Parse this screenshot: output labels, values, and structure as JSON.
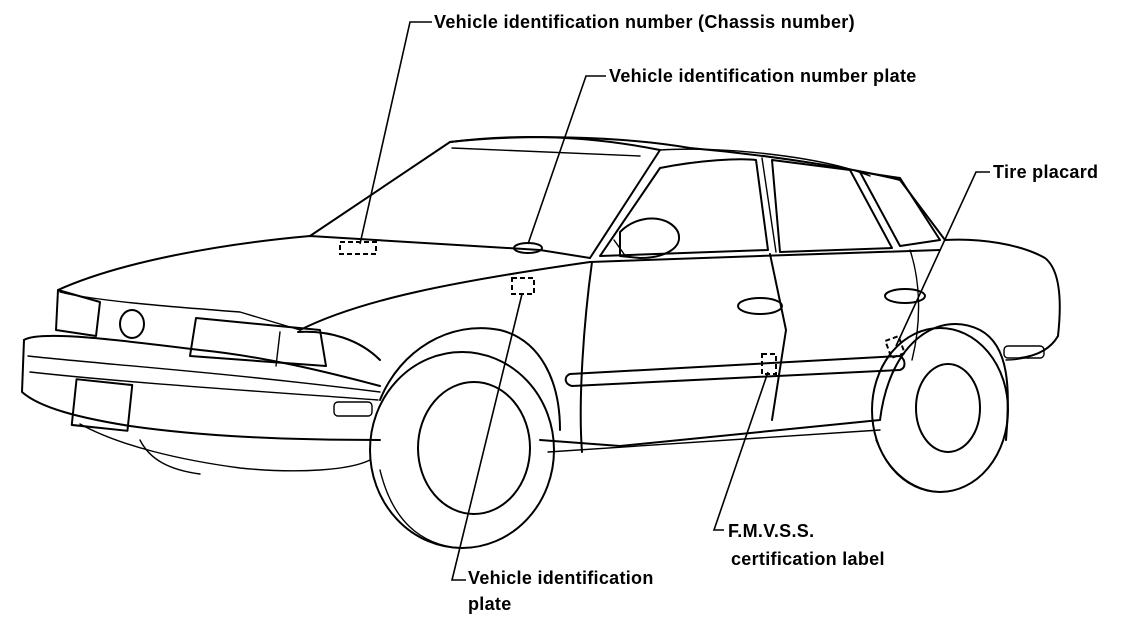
{
  "labels": {
    "vin_chassis": "Vehicle identification number (Chassis number)",
    "vin_plate": "Vehicle identification number plate",
    "tire_placard": "Tire placard",
    "fmvss_line1": "F.M.V.S.S.",
    "fmvss_line2": "certification label",
    "vid_plate_line1": "Vehicle identification",
    "vid_plate_line2": "plate"
  }
}
